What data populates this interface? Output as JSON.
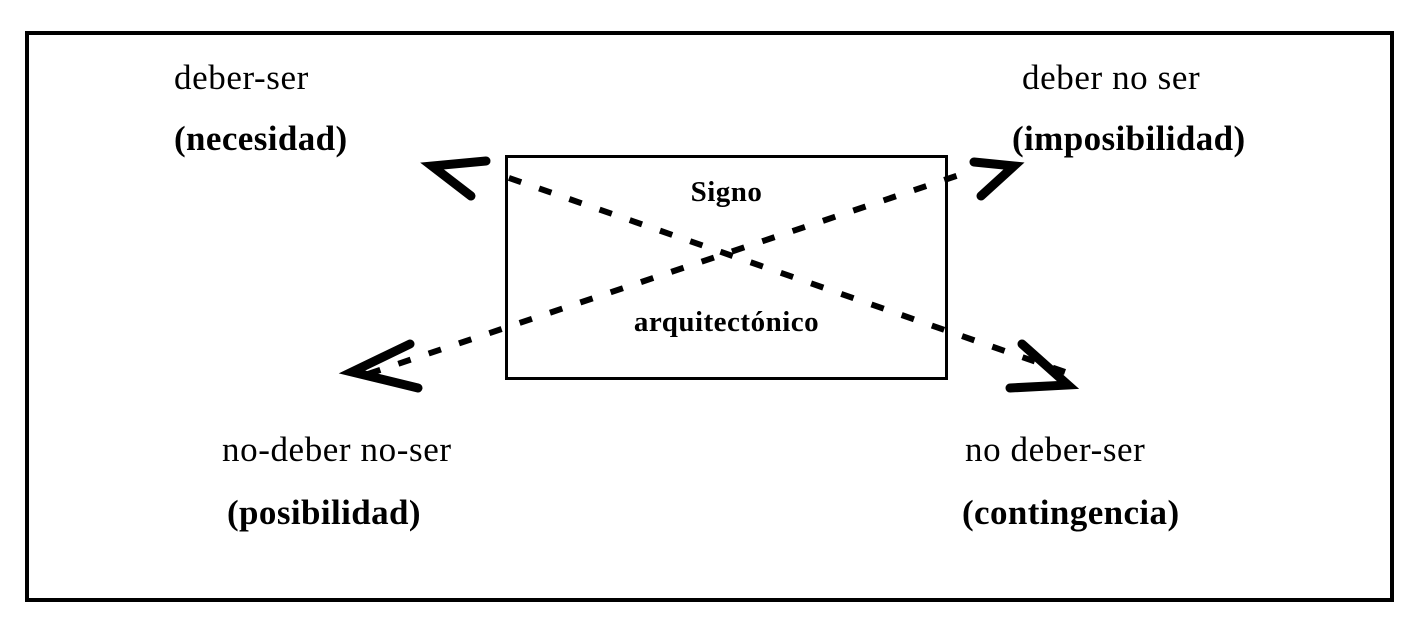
{
  "diagram": {
    "center_box": {
      "line1": "Signo",
      "line2": "arquitectónico"
    },
    "corners": {
      "top_left": {
        "modality": "deber-ser",
        "value": "(necesidad)"
      },
      "top_right": {
        "modality": "deber no ser",
        "value": "(imposibilidad)"
      },
      "bottom_left": {
        "modality": "no-deber no-ser",
        "value": "(posibilidad)"
      },
      "bottom_right": {
        "modality": "no deber-ser",
        "value": "(contingencia)"
      }
    },
    "connectors": [
      {
        "name": "center-to-top-left",
        "style": "dashed",
        "arrowhead": "open-chevron",
        "direction": "up-left"
      },
      {
        "name": "center-to-top-right",
        "style": "dashed",
        "arrowhead": "open-chevron",
        "direction": "up-right"
      },
      {
        "name": "center-to-bottom-left",
        "style": "dashed",
        "arrowhead": "open-chevron",
        "direction": "down-left"
      },
      {
        "name": "center-to-bottom-right",
        "style": "dashed",
        "arrowhead": "open-chevron",
        "direction": "down-right"
      }
    ],
    "colors": {
      "ink": "#000000",
      "background": "#ffffff"
    }
  }
}
